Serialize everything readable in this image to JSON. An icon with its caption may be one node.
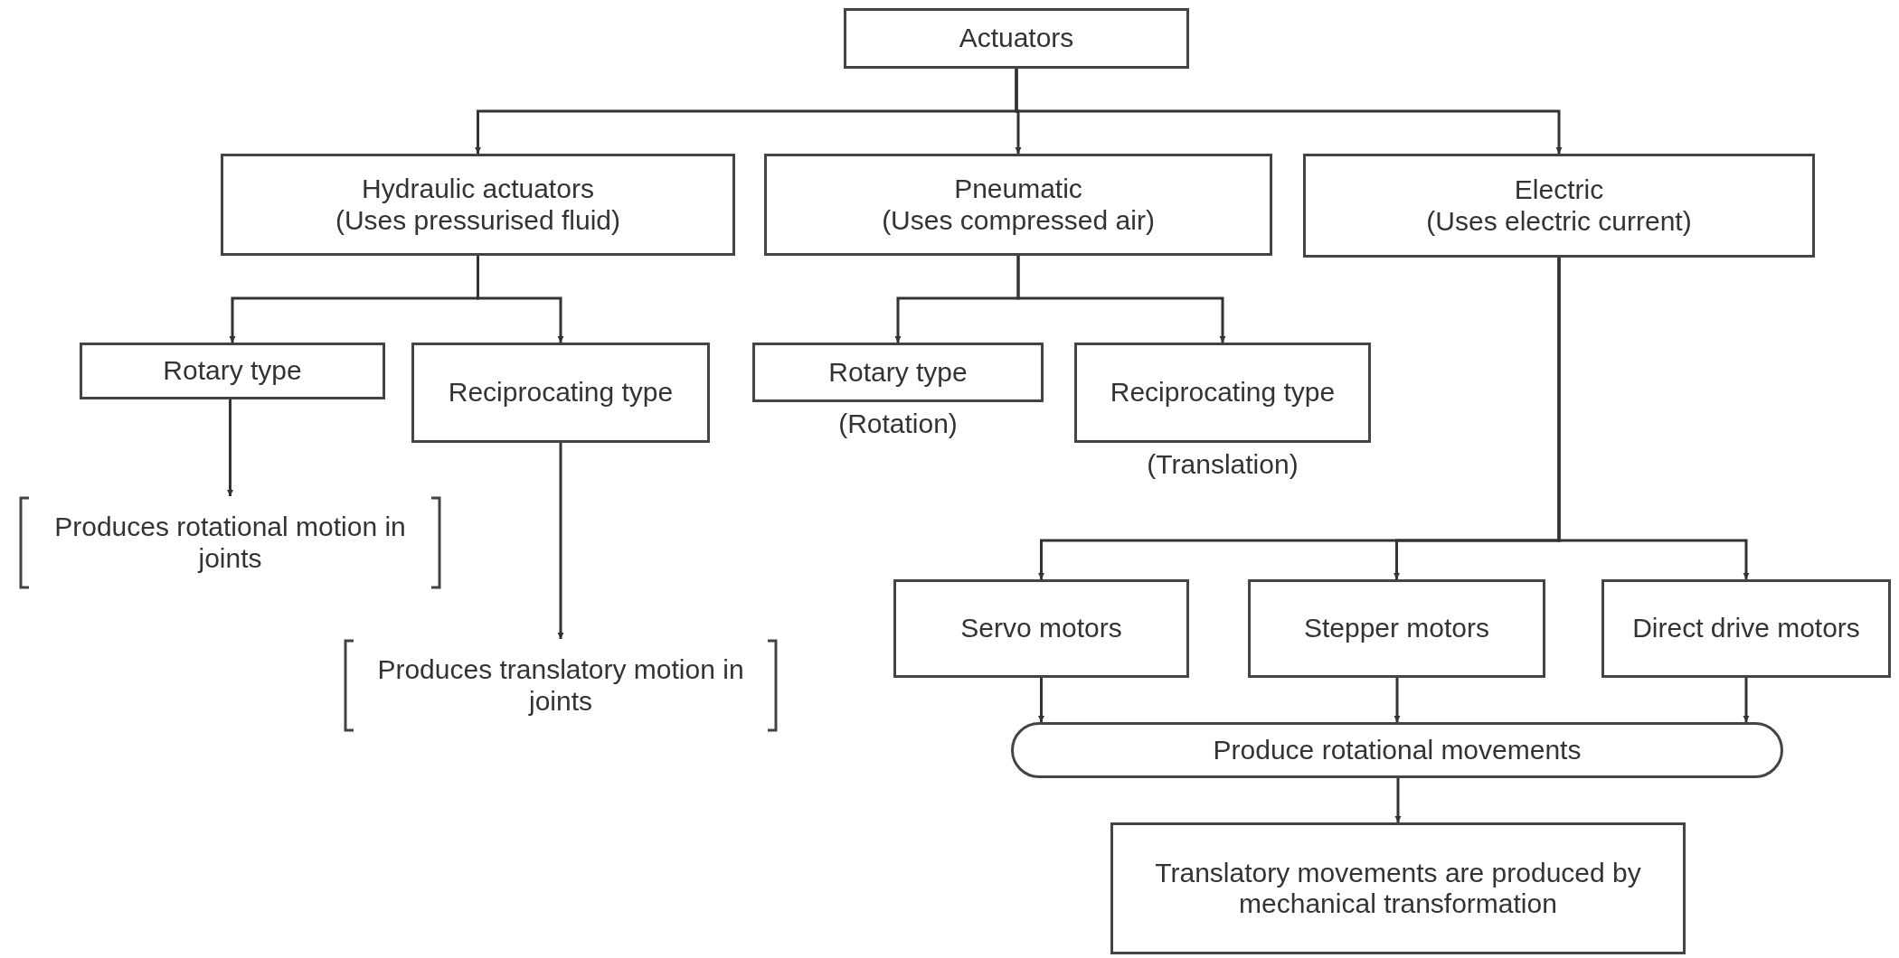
{
  "diagram": {
    "nodes": [
      {
        "text": [
          "Actuators"
        ]
      },
      {
        "text": [
          "Hydraulic actuators",
          "(Uses pressurised fluid)"
        ]
      },
      {
        "text": [
          "Pneumatic",
          "(Uses compressed air)"
        ]
      },
      {
        "text": [
          "Electric",
          "(Uses electric current)"
        ]
      },
      {
        "text": [
          "Rotary type"
        ]
      },
      {
        "text": [
          "Reciprocating type"
        ]
      },
      {
        "text": [
          "Rotary type"
        ],
        "beside": [
          "(Rotation)"
        ]
      },
      {
        "text": [
          "Reciprocating type"
        ],
        "beside": [
          "(Translation)"
        ]
      },
      {
        "text": [
          "Produces rotational motion in joints"
        ]
      },
      {
        "text": [
          "Produces translatory motion in joints"
        ]
      },
      {
        "text": [
          "Servo motors"
        ]
      },
      {
        "text": [
          "Stepper motors"
        ]
      },
      {
        "text": [
          "Direct drive motors"
        ]
      },
      {
        "text": [
          "Produce rotational movements"
        ]
      },
      {
        "text": [
          "Translatory movements are produced by mechanical transformation"
        ]
      }
    ],
    "edges": [
      {
        "from": 0,
        "to": 1,
        "arrow": "to"
      },
      {
        "from": 0,
        "to": 2,
        "arrow": "to"
      },
      {
        "from": 0,
        "to": 3,
        "arrow": "to"
      },
      {
        "from": 1,
        "to": 4,
        "arrow": "to"
      },
      {
        "from": 1,
        "to": 5,
        "arrow": "to"
      },
      {
        "from": 2,
        "to": 6,
        "arrow": "to"
      },
      {
        "from": 2,
        "to": 7,
        "arrow": "to"
      },
      {
        "from": 4,
        "to": 8,
        "arrow": "to"
      },
      {
        "from": 5,
        "to": 9,
        "arrow": "to"
      },
      {
        "from": 3,
        "to": 10,
        "arrow": "to"
      },
      {
        "from": 3,
        "to": 11,
        "arrow": "to"
      },
      {
        "from": 3,
        "to": 12,
        "arrow": "to"
      },
      {
        "from": 10,
        "to": 13,
        "arrow": "to"
      },
      {
        "from": 11,
        "to": 13,
        "arrow": "to"
      },
      {
        "from": 12,
        "to": 13,
        "arrow": "to"
      },
      {
        "from": 13,
        "to": 14,
        "arrow": "to"
      }
    ]
  }
}
